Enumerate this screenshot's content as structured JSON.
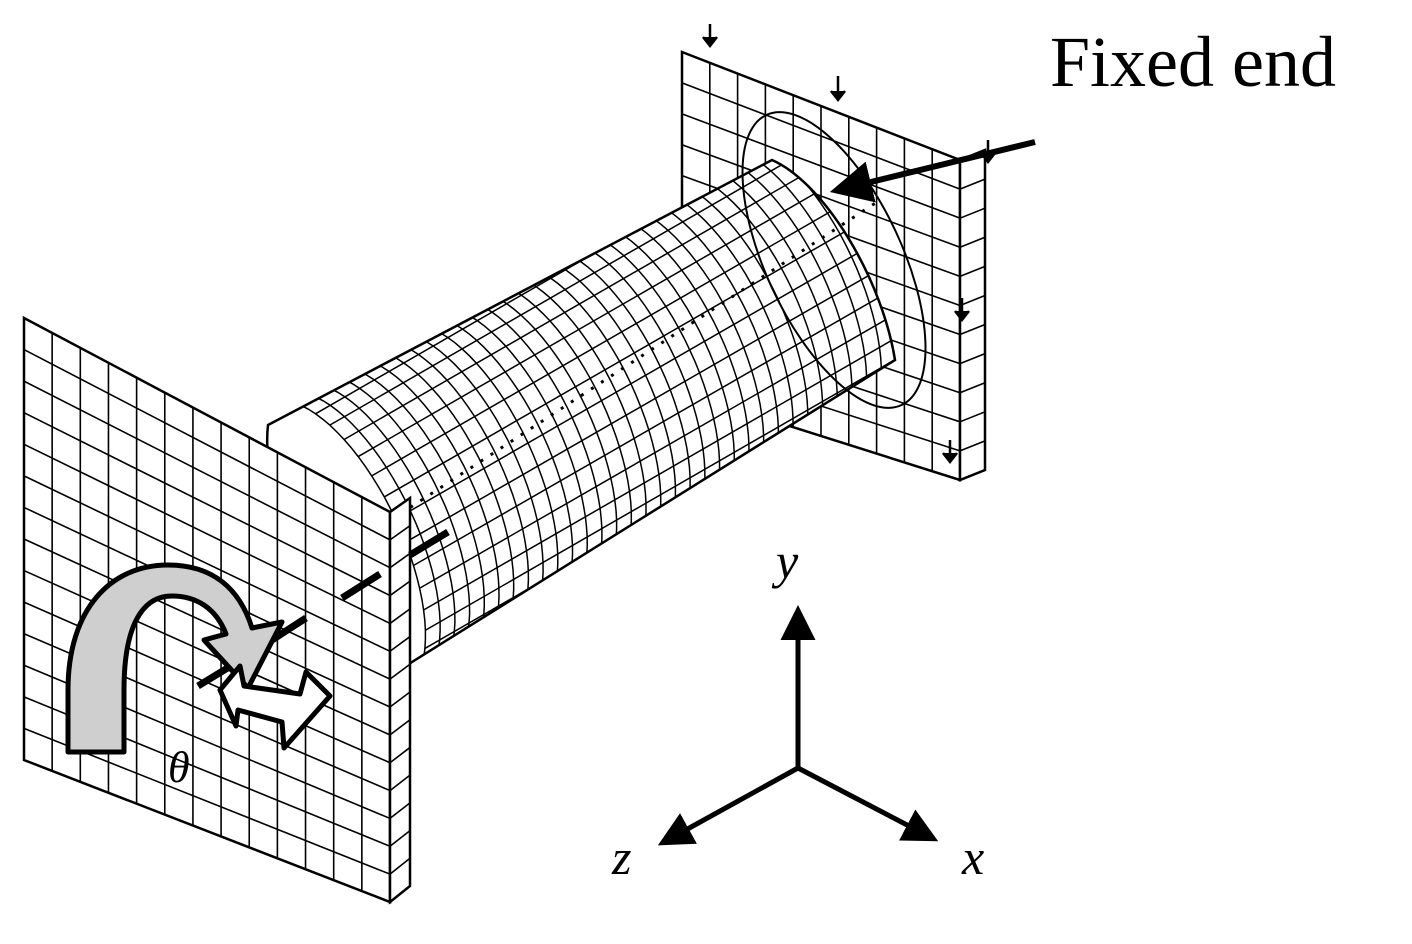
{
  "labels": {
    "fixed_end": "Fixed end",
    "theta": "θ",
    "axis_y": "y",
    "axis_z": "z",
    "axis_x": "x"
  },
  "colors": {
    "line": "#000000",
    "mesh_fill": "#ffffff",
    "rotation_arrow_fill": "#cfcfcf",
    "background": "#ffffff"
  },
  "icons": {
    "rotation_indicator": "curved-rotation-arrow-icon",
    "twist_indicator": "double-headed-bent-arrow-icon",
    "fixed_end_pointer": "arrow-icon",
    "boundary_constraint": "support-arrow-icon"
  }
}
